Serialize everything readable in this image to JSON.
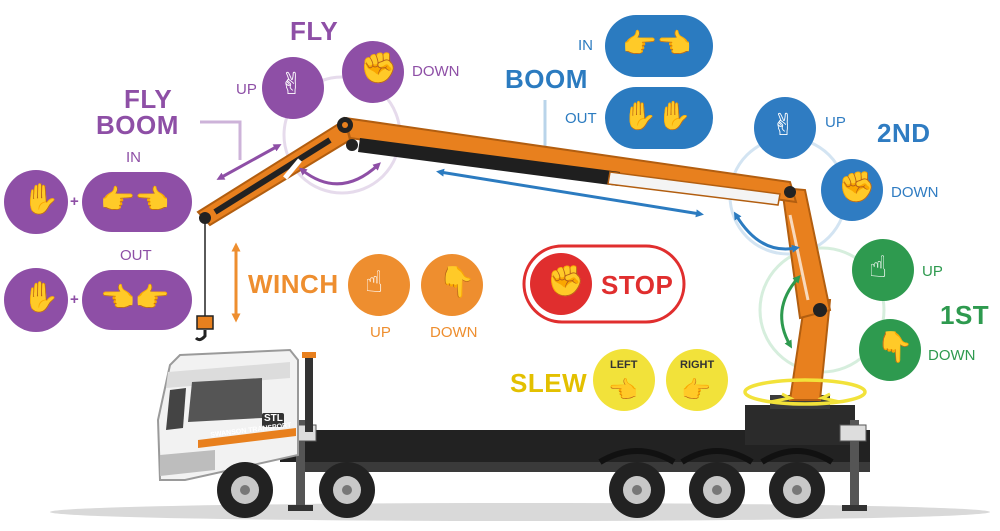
{
  "colors": {
    "fly": "#8e4fa6",
    "fly_light": "#cdb3d9",
    "boom": "#2b7bc0",
    "boom_light": "#b9d4ea",
    "second": "#2f7cc2",
    "first": "#2e9a4f",
    "first_light": "#b9dfc4",
    "winch": "#ee8e2f",
    "slew": "#f2e23a",
    "slew_text": "#e3c000",
    "stop": "#e02e2e",
    "crane_orange": "#e8801e",
    "truck_white": "#f2f2f2",
    "truck_dark": "#2a2a2a"
  },
  "fly": {
    "title": "FLY",
    "up": "UP",
    "down": "DOWN"
  },
  "fly_boom": {
    "title_line1": "FLY",
    "title_line2": "BOOM",
    "in": "IN",
    "out": "OUT",
    "plus": "+"
  },
  "boom": {
    "title": "BOOM",
    "in": "IN",
    "out": "OUT"
  },
  "second": {
    "title": "2ND",
    "up": "UP",
    "down": "DOWN"
  },
  "first": {
    "title": "1ST",
    "up": "UP",
    "down": "DOWN"
  },
  "winch": {
    "title": "WINCH",
    "up": "UP",
    "down": "DOWN"
  },
  "stop": {
    "label": "STOP"
  },
  "slew": {
    "title": "SLEW",
    "left": "LEFT",
    "right": "RIGHT"
  },
  "truck": {
    "logo": "STL",
    "door_text": "SWANSON TRANSPORT"
  }
}
